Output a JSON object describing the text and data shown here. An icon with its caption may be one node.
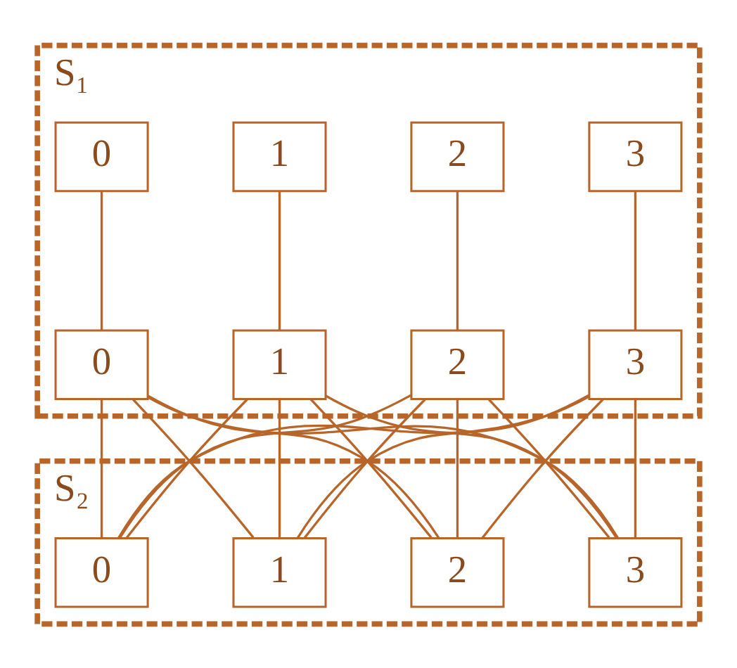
{
  "diagram": {
    "nodes": [
      {
        "text": [
          "S₁"
        ]
      },
      {
        "text": [
          "0"
        ],
        "in": 0
      },
      {
        "text": [
          "1"
        ],
        "in": 0
      },
      {
        "text": [
          "2"
        ],
        "in": 0
      },
      {
        "text": [
          "3"
        ],
        "in": 0
      },
      {
        "text": [
          "0"
        ],
        "in": 0
      },
      {
        "text": [
          "1"
        ],
        "in": 0
      },
      {
        "text": [
          "2"
        ],
        "in": 0
      },
      {
        "text": [
          "3"
        ],
        "in": 0
      },
      {
        "text": [
          "S₂"
        ]
      },
      {
        "text": [
          "0"
        ],
        "in": 9
      },
      {
        "text": [
          "1"
        ],
        "in": 9
      },
      {
        "text": [
          "2"
        ],
        "in": 9
      },
      {
        "text": [
          "3"
        ],
        "in": 9
      }
    ],
    "edges": [
      {
        "from": 1,
        "to": 5,
        "arrow": "none"
      },
      {
        "from": 2,
        "to": 6,
        "arrow": "none"
      },
      {
        "from": 3,
        "to": 7,
        "arrow": "none"
      },
      {
        "from": 4,
        "to": 8,
        "arrow": "none"
      },
      {
        "from": 5,
        "to": 10,
        "arrow": "none"
      },
      {
        "from": 5,
        "to": 11,
        "arrow": "none"
      },
      {
        "from": 5,
        "to": 12,
        "arrow": "none"
      },
      {
        "from": 5,
        "to": 13,
        "arrow": "none"
      },
      {
        "from": 6,
        "to": 10,
        "arrow": "none"
      },
      {
        "from": 6,
        "to": 11,
        "arrow": "none"
      },
      {
        "from": 6,
        "to": 12,
        "arrow": "none"
      },
      {
        "from": 6,
        "to": 13,
        "arrow": "none"
      },
      {
        "from": 7,
        "to": 10,
        "arrow": "none"
      },
      {
        "from": 7,
        "to": 11,
        "arrow": "none"
      },
      {
        "from": 7,
        "to": 12,
        "arrow": "none"
      },
      {
        "from": 7,
        "to": 13,
        "arrow": "none"
      },
      {
        "from": 8,
        "to": 10,
        "arrow": "none"
      },
      {
        "from": 8,
        "to": 11,
        "arrow": "none"
      },
      {
        "from": 8,
        "to": 12,
        "arrow": "none"
      },
      {
        "from": 8,
        "to": 13,
        "arrow": "none"
      }
    ]
  }
}
